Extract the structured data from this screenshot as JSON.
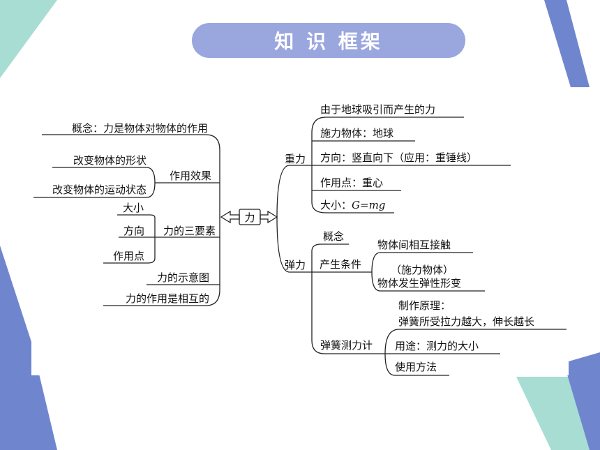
{
  "title": "知 识 框架",
  "colors": {
    "mint": "#a8ddd3",
    "blue": "#6f86cf",
    "pill": "#9aa6de"
  },
  "center": "力",
  "left": {
    "concept": "概念：力是物体对物体的作用",
    "effect": {
      "label": "作用效果",
      "items": [
        "改变物体的形状",
        "改变物体的运动状态"
      ]
    },
    "elements": {
      "label": "力的三要素",
      "items": [
        "大小",
        "方向",
        "作用点"
      ]
    },
    "diagram": "力的示意图",
    "mutual": "力的作用是相互的"
  },
  "gravity": {
    "label": "重力",
    "items": [
      "由于地球吸引而产生的力",
      "施力物体：地球",
      "方向：竖直向下（应用：重锤线）",
      "作用点：重心"
    ],
    "size_prefix": "大小：",
    "size_formula": "G=mg"
  },
  "elastic": {
    "label": "弹力",
    "concept": "概念",
    "conditions": {
      "label": "产生条件",
      "items": [
        "物体间相互接触",
        "（施力物体）",
        "物体发生弹性形变"
      ]
    },
    "meter": {
      "label": "弹簧测力计",
      "principle_label": "制作原理：",
      "principle": "弹簧所受拉力越大，伸长越长",
      "use": "用途：测力的大小",
      "method": "使用方法"
    }
  }
}
